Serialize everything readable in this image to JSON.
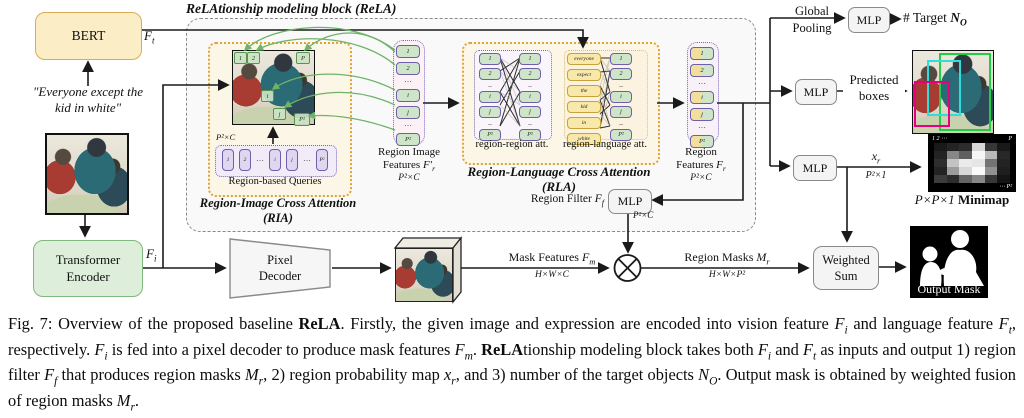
{
  "diagram": {
    "rela_title": "ReLAtionship modeling block (ReLA)",
    "bert_label": "BERT",
    "encoder_line1": "Transformer",
    "encoder_line2": "Encoder",
    "expression_line1": "\"Everyone except the",
    "expression_line2": "kid in white\"",
    "ft": {
      "base": "F",
      "sub": "t"
    },
    "fi": {
      "base": "F",
      "sub": "i"
    },
    "mlp_label": "MLP",
    "ria": {
      "caption_line1": "Region-Image Cross Attention",
      "caption_line2": "(RIA)",
      "queries_dim": "P²×C",
      "queries_label": "Region-based Queries",
      "query_chips": [
        "1",
        "2",
        "⋯",
        "i",
        "j",
        "⋯",
        "P²"
      ],
      "patch_labels": [
        "1",
        "2",
        "P",
        "i",
        "j",
        "P²"
      ]
    },
    "region_image_features": {
      "label_line1": "Region Image",
      "label_line2_prefix": "Features ",
      "var": "F′",
      "sub": "r",
      "dim": "P²×C",
      "chips": [
        "1",
        "2",
        "⋯",
        "i",
        "j",
        "⋯",
        "P²"
      ]
    },
    "rla": {
      "caption_line1": "Region-Language Cross Attention",
      "caption_line2": "(RLA)",
      "rr_label": "region-region att.",
      "rl_label": "region-language att.",
      "rr_chips_left": [
        "1",
        "2",
        "–",
        "i",
        "j",
        "–",
        "P²"
      ],
      "rr_chips_right": [
        "1",
        "2",
        "–",
        "i",
        "j",
        "–",
        "P²"
      ],
      "rl_words": [
        "everyone",
        "expect",
        "the",
        "kid",
        "in",
        "white"
      ],
      "rl_chips": [
        "1",
        "2",
        "–",
        "i",
        "j",
        "–",
        "P²"
      ]
    },
    "region_features": {
      "label_line1": "Region",
      "label_line2_prefix": "Features ",
      "var": "F",
      "sub": "r",
      "dim": "P²×C",
      "chips": [
        "1",
        "2",
        "⋯",
        "i",
        "j",
        "⋯",
        "P²"
      ]
    },
    "region_filter": {
      "prefix": "Region Filter ",
      "var": "F",
      "sub": "f",
      "dim": "P²×C"
    },
    "global_pooling_line1": "Global",
    "global_pooling_line2": "Pooling",
    "target": {
      "prefix": "# Target ",
      "var": "N",
      "sub": "O"
    },
    "predicted_line1": "Predicted",
    "predicted_line2": "boxes",
    "predicted_box_colors": [
      "#22cc44",
      "#30dddd",
      "#e6007e"
    ],
    "xr": {
      "var": "x",
      "sub": "r",
      "dim": "P²×1"
    },
    "minimap": {
      "corner_tl": "1  2  ⋯",
      "corner_tr": "P",
      "corner_br": "⋯ P²",
      "label_italic": "P×P×1",
      "label_bold": " Minimap",
      "cells": [
        [
          25,
          35,
          45,
          215,
          55,
          25
        ],
        [
          35,
          135,
          95,
          245,
          185,
          40
        ],
        [
          45,
          195,
          235,
          230,
          115,
          35
        ],
        [
          35,
          155,
          215,
          250,
          145,
          30
        ],
        [
          60,
          45,
          100,
          135,
          55,
          20
        ]
      ]
    },
    "pixel_decoder_line1": "Pixel",
    "pixel_decoder_line2": "Decoder",
    "mask_features": {
      "prefix": "Mask Features ",
      "var": "F",
      "sub": "m",
      "dim": "H×W×C"
    },
    "region_masks": {
      "prefix": "Region Masks ",
      "var": "M",
      "sub": "r",
      "dim": "H×W×P²"
    },
    "weighted_sum_line1": "Weighted",
    "weighted_sum_line2": "Sum",
    "output_mask_label": "Output Mask"
  },
  "caption": {
    "segments": [
      {
        "t": "Fig. 7: Overview of the proposed baseline "
      },
      {
        "t": "ReLA",
        "b": 1
      },
      {
        "t": ". Firstly, the given image and expression are encoded into vision feature "
      },
      {
        "t": "F",
        "i": 1,
        "sub": "i"
      },
      {
        "t": " and language feature "
      },
      {
        "t": "F",
        "i": 1,
        "sub": "t"
      },
      {
        "t": ", respectively. "
      },
      {
        "t": "F",
        "i": 1,
        "sub": "i"
      },
      {
        "t": " is fed into a pixel decoder to produce mask features "
      },
      {
        "t": "F",
        "i": 1,
        "sub": "m"
      },
      {
        "t": ". "
      },
      {
        "t": "ReLA",
        "b": 1
      },
      {
        "t": "tionship modeling block takes both "
      },
      {
        "t": "F",
        "i": 1,
        "sub": "i"
      },
      {
        "t": " and "
      },
      {
        "t": "F",
        "i": 1,
        "sub": "t"
      },
      {
        "t": " as inputs and output 1) region filter "
      },
      {
        "t": "F",
        "i": 1,
        "sub": "f"
      },
      {
        "t": " that produces region masks "
      },
      {
        "t": "M",
        "i": 1,
        "sub": "r"
      },
      {
        "t": ", 2) region probability map "
      },
      {
        "t": "x",
        "i": 1,
        "sub": "r"
      },
      {
        "t": ", and 3) number of the target objects "
      },
      {
        "t": "N",
        "i": 1,
        "sub": "O"
      },
      {
        "t": ". Output mask is obtained by weighted fusion of region masks "
      },
      {
        "t": "M",
        "i": 1,
        "sub": "r"
      },
      {
        "t": "."
      }
    ]
  }
}
